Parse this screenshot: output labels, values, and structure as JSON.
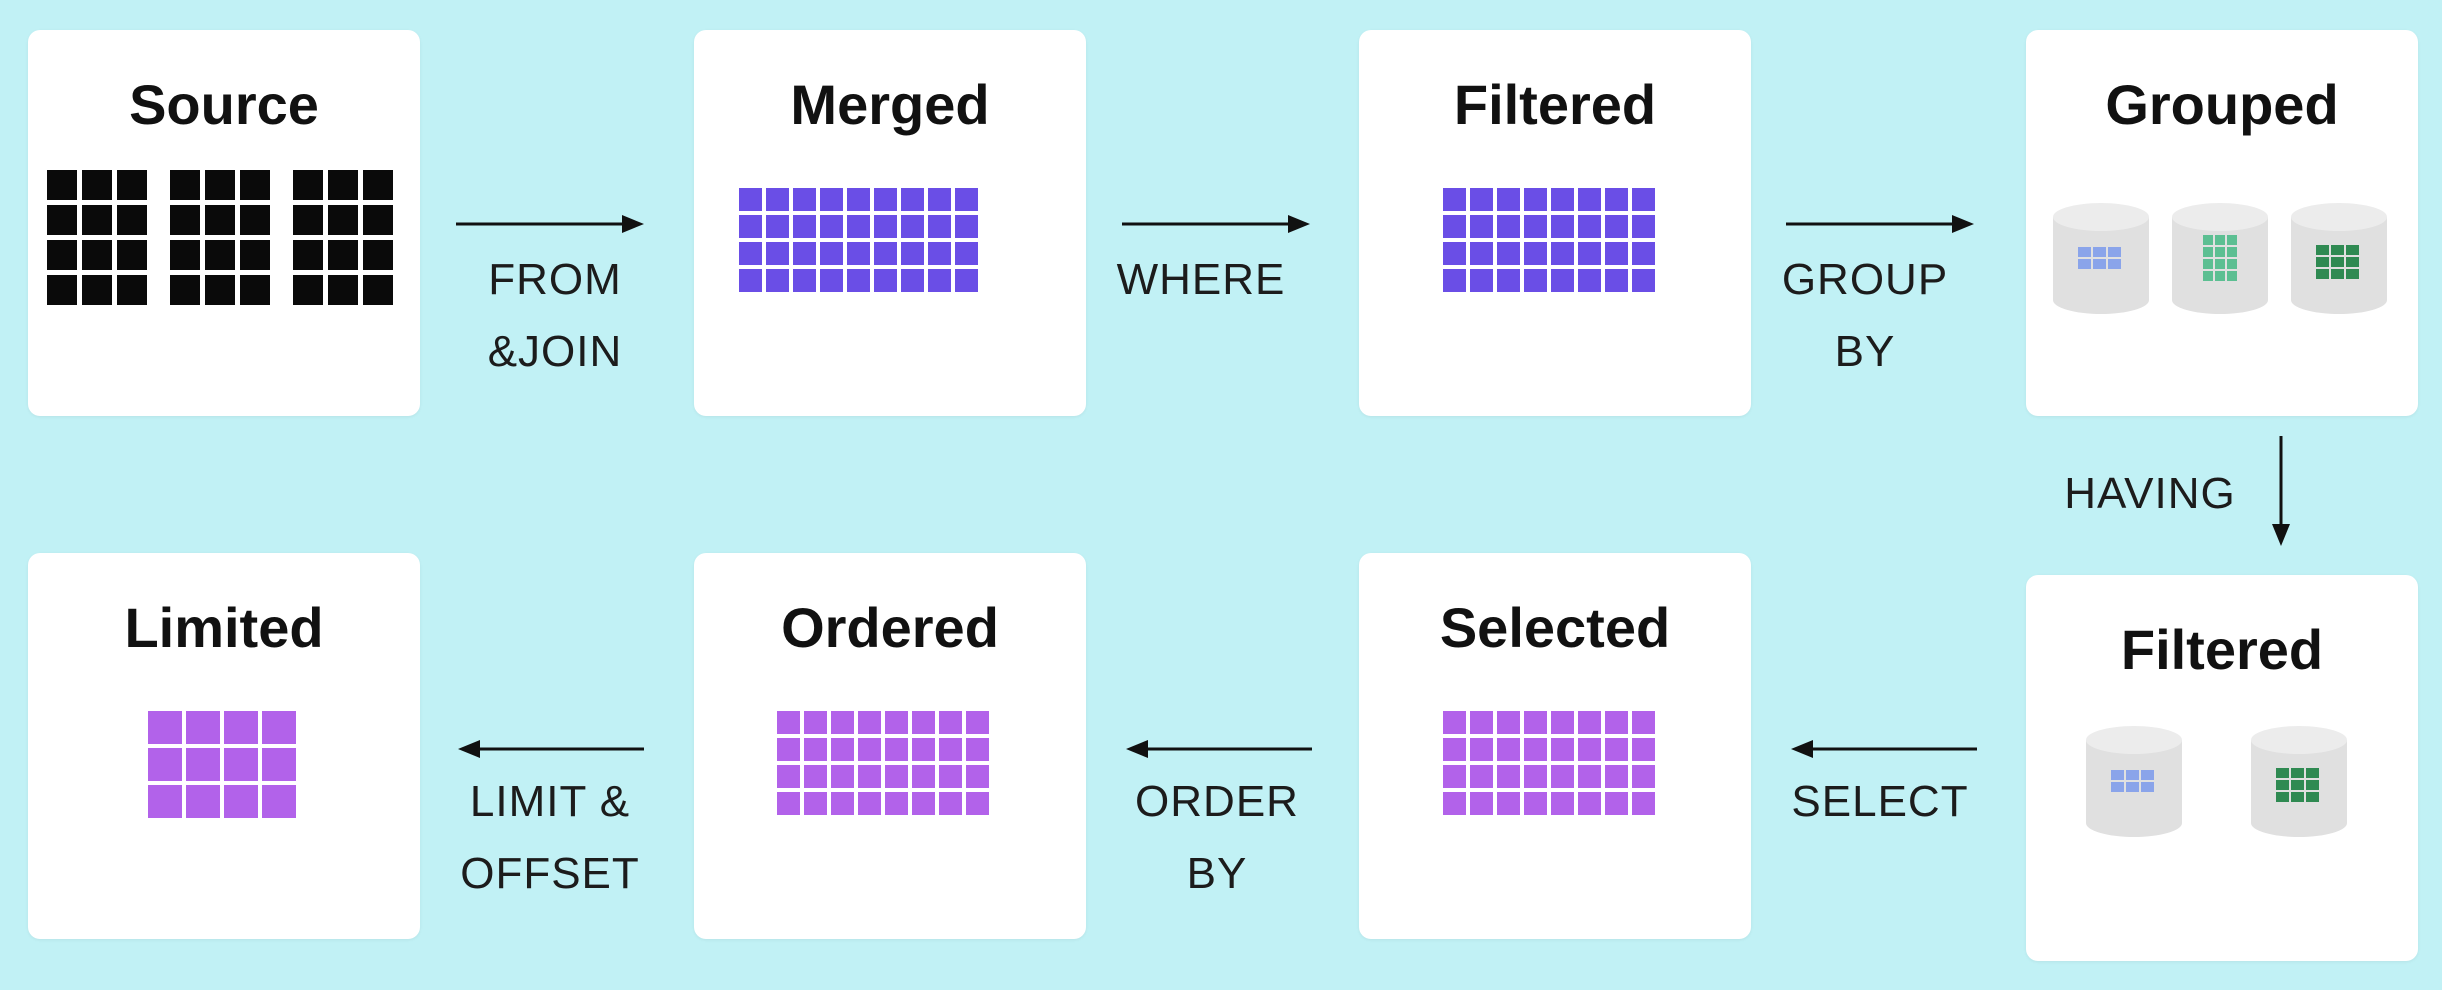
{
  "stages": {
    "source": "Source",
    "merged": "Merged",
    "filtered_top": "Filtered",
    "grouped": "Grouped",
    "filtered_bottom": "Filtered",
    "selected": "Selected",
    "ordered": "Ordered",
    "limited": "Limited"
  },
  "operations": {
    "from_join": [
      "FROM",
      "&JOIN"
    ],
    "where": [
      "WHERE"
    ],
    "group_by": [
      "GROUP",
      "BY"
    ],
    "having": [
      "HAVING"
    ],
    "select": [
      "SELECT"
    ],
    "order_by": [
      "ORDER",
      "BY"
    ],
    "limit_offset": [
      "LIMIT &",
      "OFFSET"
    ]
  },
  "colors": {
    "background": "#c1f1f5",
    "card": "#ffffff",
    "source_cells": "#0a0a0a",
    "indigo_cells": "#6a4ee6",
    "violet_cells": "#b262ea",
    "blue_group": "#8aa4ea",
    "light_green_group": "#5cbf92",
    "dark_green_group": "#2f8a52",
    "cylinder": "#e2e2e2",
    "arrow": "#111111"
  },
  "icons": {
    "flow_arrow": "arrow-icon",
    "group_container": "cylinder-icon"
  }
}
